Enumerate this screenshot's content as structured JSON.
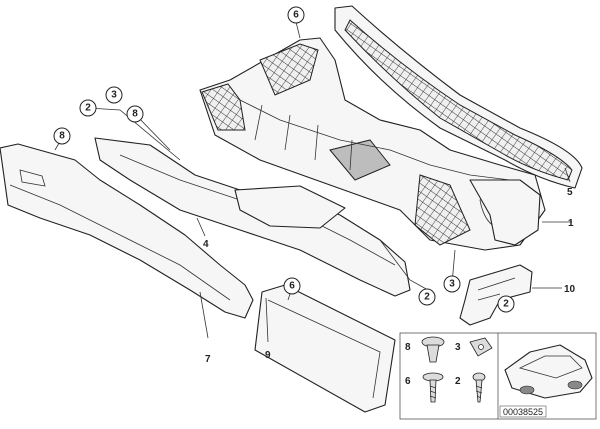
{
  "callouts": {
    "top_clip": "6",
    "pad_left_a": "2",
    "pad_left_b": "3",
    "pad_left_c": "8",
    "side_panel_clip": "8",
    "lid_clip": "6",
    "bottom_a": "2",
    "bottom_b": "3",
    "bracket_screw": "2"
  },
  "labels": {
    "frame": "1",
    "rail": "5",
    "trim": "4",
    "side_panel": "7",
    "lid": "9",
    "bracket": "10"
  },
  "legend": {
    "r1_left_num": "8",
    "r1_right_num": "3",
    "r2_left_num": "6",
    "r2_right_num": "2"
  },
  "document_number": "00038525"
}
